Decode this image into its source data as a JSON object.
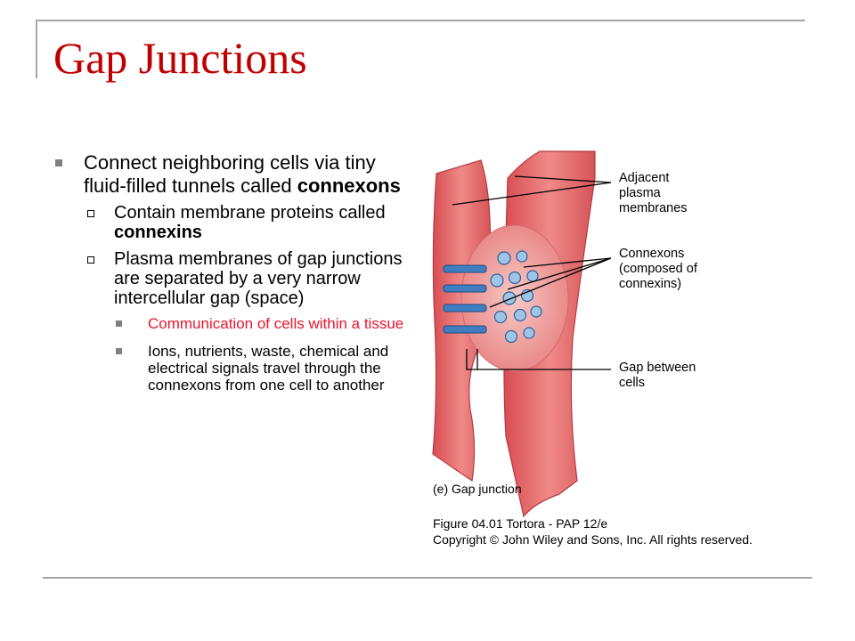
{
  "slide": {
    "title": "Gap Junctions",
    "bullets": {
      "b1_text": "Connect neighboring cells via tiny fluid-filled tunnels called ",
      "b1_bold": "connexons",
      "b2a_text": "Contain membrane proteins called ",
      "b2a_bold": "connexins",
      "b2b_text": "Plasma membranes of gap junctions are separated by a very narrow intercellular gap (space)",
      "b3a_text": "Communication of cells within a tissue",
      "b3b_text": "Ions, nutrients, waste, chemical and electrical signals travel through the connexons from one cell to another"
    }
  },
  "figure": {
    "label_membranes_1": "Adjacent",
    "label_membranes_2": "plasma",
    "label_membranes_3": "membranes",
    "label_connexons_1": "Connexons",
    "label_connexons_2": "(composed of",
    "label_connexons_3": "connexins)",
    "label_gap_1": "Gap between",
    "label_gap_2": "cells",
    "subcaption": "(e) Gap junction",
    "caption_line1": "Figure 04.01  Tortora - PAP 12/e",
    "caption_line2": "Copyright © John Wiley and Sons, Inc. All rights reserved.",
    "colors": {
      "membrane": "#e8686a",
      "membrane_light": "#f4a6a4",
      "connexon": "#3f7fc1",
      "title": "#c00000",
      "highlight_text": "#e8142d"
    }
  }
}
